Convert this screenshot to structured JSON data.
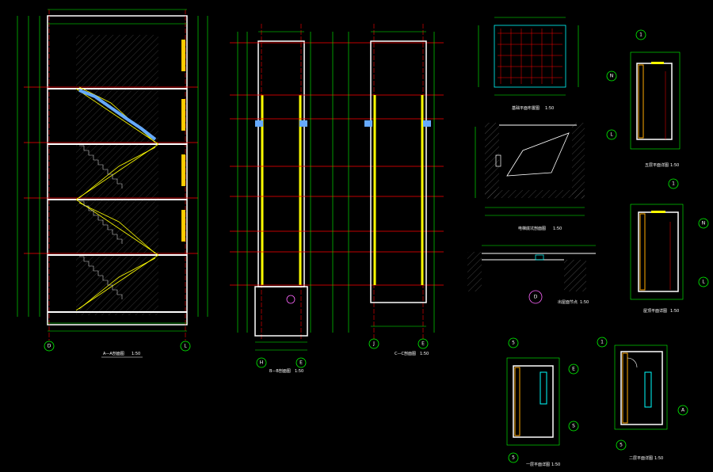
{
  "drawing": {
    "section_a": {
      "title": "A—A剖面图",
      "scale": "1:50",
      "grid_left": "D",
      "grid_right": "L"
    },
    "section_b": {
      "title": "B—B剖面图",
      "scale": "1:50",
      "grid_left": "H",
      "grid_right": "E"
    },
    "section_c": {
      "title": "C—C剖面图",
      "scale": "1:50",
      "grid_left": "J",
      "grid_right": "E"
    },
    "plan_grid": {
      "title": "基础平面布置图",
      "scale": "1:50"
    },
    "pit_section": {
      "title": "电梯底坑剖面图",
      "scale": "1:50"
    },
    "canopy_detail": {
      "title": "出屋面节点",
      "scale": "1:50",
      "detail_mark": "D"
    },
    "plan_top": {
      "title": "五层平面详图",
      "scale": "1:50",
      "grid_top": "1",
      "grid_left_a": "N",
      "grid_left_b": "L"
    },
    "plan_mid": {
      "title": "屋顶平面详图",
      "scale": "1:50",
      "grid_top": "1",
      "grid_right_a": "N",
      "grid_right_b": "L"
    },
    "plan_bottom_left": {
      "title": "一层平面详图",
      "scale": "1:50",
      "grid_top": "5",
      "grid_bottom": "5",
      "grid_right_a": "E",
      "grid_right_b": "S"
    },
    "plan_bottom_right": {
      "title": "二层平面详图",
      "scale": "1:50",
      "grid_top": "1",
      "grid_bottom": "5",
      "grid_right": "A"
    }
  },
  "colors": {
    "background": "#000000",
    "dimension": "#00ff00",
    "column": "#ffff00",
    "wall": "#ffffff",
    "axis": "#ff0000",
    "glazing": "#00ffff",
    "stair": "#ffff00",
    "pink": "#ff66ff"
  }
}
